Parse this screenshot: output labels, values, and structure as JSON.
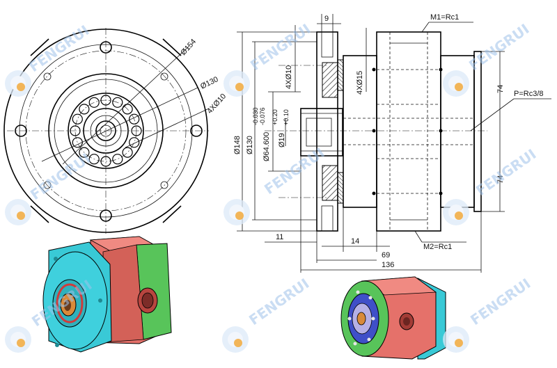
{
  "brand": {
    "watermark_text": "FENGRUI",
    "watermark_color": "#9fc3ea"
  },
  "front_view": {
    "dim_outer_bolt_circle": "Ø154",
    "dim_bolt_circle": "Ø130",
    "dim_holes": "4XØ10"
  },
  "side_view": {
    "dim_top_flange": "9",
    "port_m1": "M1=Rc1",
    "port_m2": "M2=Rc1",
    "port_p": "P=Rc3/8",
    "dim_holes_left": "4XØ10",
    "dim_holes_right": "4XØ15",
    "dim_outer_dia": "Ø148",
    "dim_pilot_dia": "Ø130",
    "dim_bore": "Ø64.600",
    "dim_bore_tol_upper": "-0.030",
    "dim_bore_tol_lower": "-0.076",
    "dim_inner_bore": "Ø19",
    "dim_inner_tol_upper": "+0.20",
    "dim_inner_tol_lower": "+0.10",
    "dim_height_upper": "74",
    "dim_height_lower": "74",
    "dim_len_11": "11",
    "dim_len_14": "14",
    "dim_len_69": "69",
    "dim_len_136": "136"
  },
  "render_colors": {
    "cyan": "#39c9d6",
    "red": "#e5716a",
    "green": "#58c45a",
    "blue": "#3f4fc8",
    "orange": "#d88a3a"
  }
}
